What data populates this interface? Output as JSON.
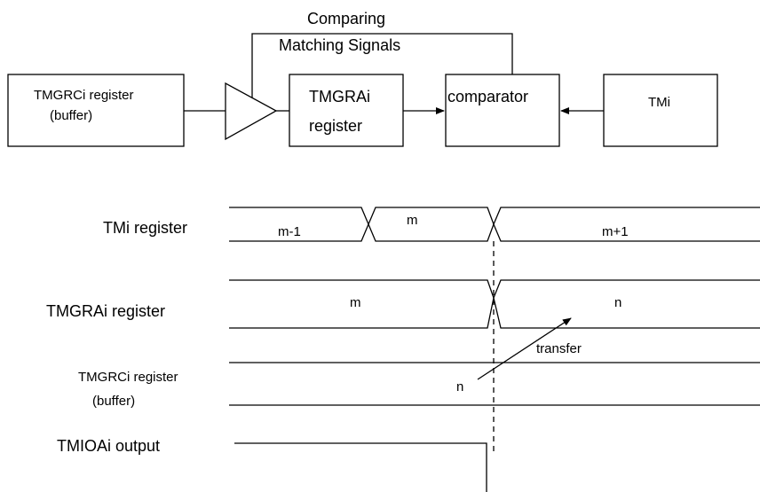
{
  "block": {
    "feedback_line1": "Comparing",
    "feedback_line2": "Matching Signals",
    "buffer_line1": "TMGRCi register",
    "buffer_line2": "(buffer)",
    "reg_line1": "TMGRAi",
    "reg_line2": "register",
    "comparator": "comparator",
    "counter": "TMi"
  },
  "timing": {
    "tmi": {
      "label": "TMi register",
      "values": [
        "m-1",
        "m",
        "m+1"
      ]
    },
    "tmgra": {
      "label": "TMGRAi register",
      "values": [
        "m",
        "n"
      ]
    },
    "transfer": "transfer",
    "tmgrc": {
      "label_line1": "TMGRCi register",
      "label_line2": "(buffer)",
      "value": "n"
    },
    "tmioa": {
      "label": "TMIOAi output"
    }
  }
}
